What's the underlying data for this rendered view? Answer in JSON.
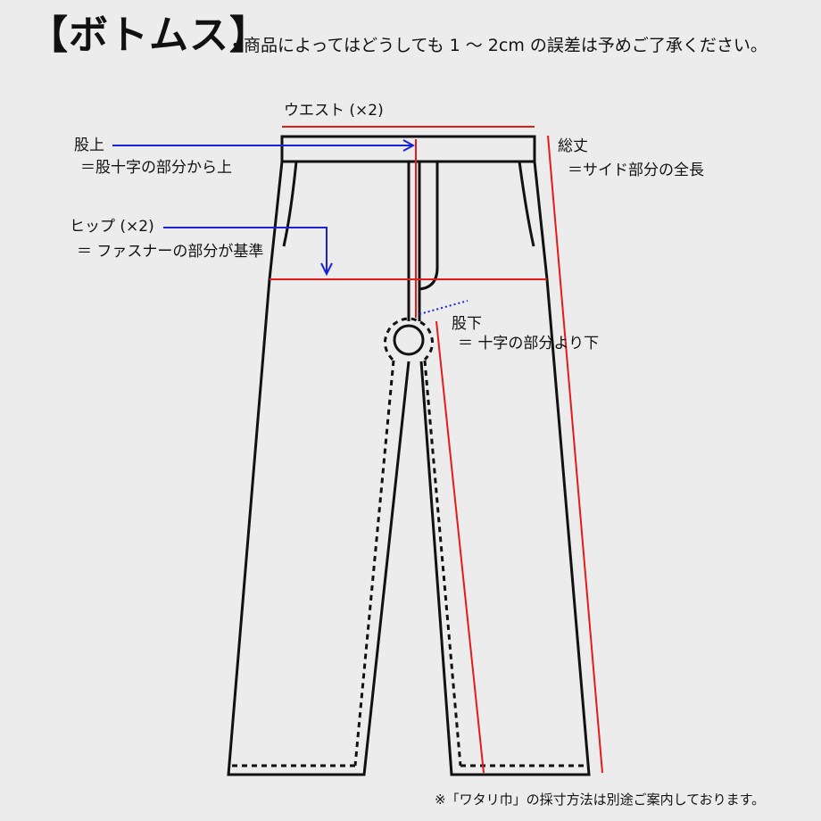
{
  "header": {
    "title": "【ボトムス】",
    "note": "・商品によってはどうしても 1 ～ 2cm の誤差は予めご了承ください。"
  },
  "labels": {
    "waist": "ウエスト (×2)",
    "rise_title": "股上",
    "rise_desc": "＝股十字の部分から上",
    "hip_title": "ヒップ (×2)",
    "hip_desc": "＝ ファスナーの部分が基準",
    "length_title": "総丈",
    "length_desc": "＝サイド部分の全長",
    "inseam_title": "股下",
    "inseam_desc": "＝ 十字の部分より下"
  },
  "footer": {
    "note": "※「ワタリ巾」の採寸方法は別途ご案内しております。"
  },
  "colors": {
    "measure_line": "#e31b1b",
    "pointer_line": "#1a22d6",
    "outline": "#111111",
    "background": "#ececec"
  }
}
